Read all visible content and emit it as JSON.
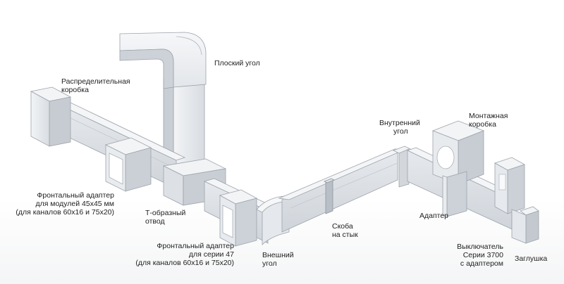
{
  "labels": {
    "flat_corner": [
      "Плоский угол"
    ],
    "distribution_box": [
      "Распределительная",
      "коробка"
    ],
    "front_adapter_45": [
      "Фронтальный адаптер",
      "для модулей 45х45 мм",
      "(для каналов 60х16 и 75х20)"
    ],
    "t_branch": [
      "Т-образный",
      "отвод"
    ],
    "front_adapter_47": [
      "Фронтальный адаптер",
      "для серии 47",
      "(для каналов 60х16 и 75х20)"
    ],
    "outer_corner": [
      "Внешний",
      "угол"
    ],
    "joint_clip": [
      "Скоба",
      "на стык"
    ],
    "inner_corner": [
      "Внутренний",
      "угол"
    ],
    "mounting_box": [
      "Монтажная",
      "коробка"
    ],
    "adapter": [
      "Адаптер"
    ],
    "switch": [
      "Выключатель",
      "Серии 3700",
      "с адаптером"
    ],
    "end_cap": [
      "Заглушка"
    ]
  },
  "colors": {
    "light": "#eef0f3",
    "mid": "#d9dde2",
    "dark": "#bcc2c9",
    "edge": "#9ca3ab",
    "text": "#222222"
  }
}
